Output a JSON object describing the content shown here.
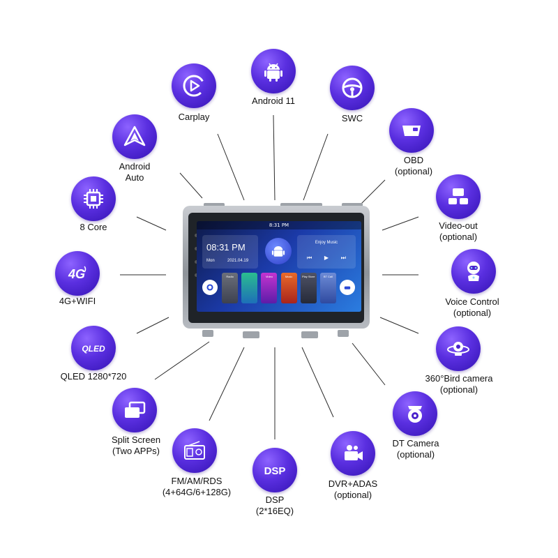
{
  "features": [
    {
      "id": "carplay",
      "lines": [
        "Carplay"
      ]
    },
    {
      "id": "android11",
      "lines": [
        "Android 11"
      ]
    },
    {
      "id": "swc",
      "lines": [
        "SWC"
      ]
    },
    {
      "id": "obd",
      "lines": [
        "OBD",
        "(optional)"
      ]
    },
    {
      "id": "video-out",
      "lines": [
        "Video-out",
        "(optional)"
      ]
    },
    {
      "id": "voice-control",
      "lines": [
        "Voice Control",
        "(optional)"
      ]
    },
    {
      "id": "bird-camera",
      "lines": [
        "360°Bird camera",
        "(optional)"
      ]
    },
    {
      "id": "dt-camera",
      "lines": [
        "DT Camera",
        "(optional)"
      ]
    },
    {
      "id": "dvr-adas",
      "lines": [
        "DVR+ADAS",
        "(optional)"
      ]
    },
    {
      "id": "dsp",
      "lines": [
        "DSP",
        "(2*16EQ)"
      ]
    },
    {
      "id": "fm-am-rds",
      "lines": [
        "FM/AM/RDS",
        "(4+64G/6+128G)"
      ]
    },
    {
      "id": "split-screen",
      "lines": [
        "Split Screen",
        "(Two APPs)"
      ]
    },
    {
      "id": "qled",
      "lines": [
        "QLED 1280*720"
      ]
    },
    {
      "id": "4g-wifi",
      "lines": [
        "4G+WIFI"
      ]
    },
    {
      "id": "8-core",
      "lines": [
        "8 Core"
      ]
    },
    {
      "id": "android-auto",
      "lines": [
        "Android",
        "Auto"
      ]
    }
  ],
  "icons": {
    "qled_text": "QLED",
    "dsp_text": "DSP",
    "g4_text": "4G"
  },
  "screen": {
    "status_time": "8:31 PM",
    "clock_time": "08:31 PM",
    "day": "Mon",
    "date": "2021.04.19",
    "music_title": "Enjoy Music",
    "apps": [
      "Settings",
      "Radio",
      "Video",
      "Music",
      "Play Store",
      "BT Call",
      "Car Info"
    ]
  },
  "colors": {
    "accent": "#5a2fe0",
    "icon_dark": "#3413b3",
    "line": "#2b2b2b"
  }
}
